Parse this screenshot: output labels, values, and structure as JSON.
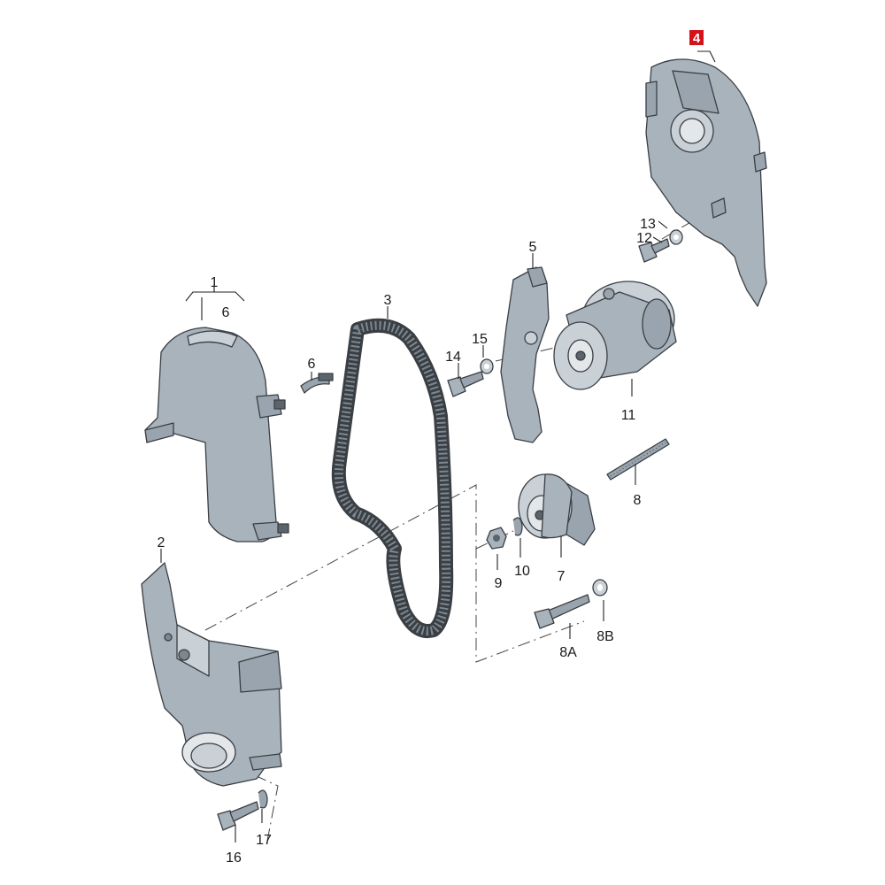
{
  "diagram": {
    "highlight_color": "#d4121c",
    "part_color": "#a9b3bc",
    "callouts": [
      {
        "id": "c1",
        "text": "1"
      },
      {
        "id": "c6a",
        "text": "6"
      },
      {
        "id": "c6b",
        "text": "6"
      },
      {
        "id": "c2",
        "text": "2"
      },
      {
        "id": "c3",
        "text": "3"
      },
      {
        "id": "c4",
        "text": "4",
        "highlighted": true
      },
      {
        "id": "c5",
        "text": "5"
      },
      {
        "id": "c7",
        "text": "7"
      },
      {
        "id": "c8",
        "text": "8"
      },
      {
        "id": "c8a",
        "text": "8A"
      },
      {
        "id": "c8b",
        "text": "8B"
      },
      {
        "id": "c9",
        "text": "9"
      },
      {
        "id": "c10",
        "text": "10"
      },
      {
        "id": "c11",
        "text": "11"
      },
      {
        "id": "c12",
        "text": "12"
      },
      {
        "id": "c13",
        "text": "13"
      },
      {
        "id": "c14",
        "text": "14"
      },
      {
        "id": "c15",
        "text": "15"
      },
      {
        "id": "c16",
        "text": "16"
      },
      {
        "id": "c17",
        "text": "17"
      }
    ]
  }
}
